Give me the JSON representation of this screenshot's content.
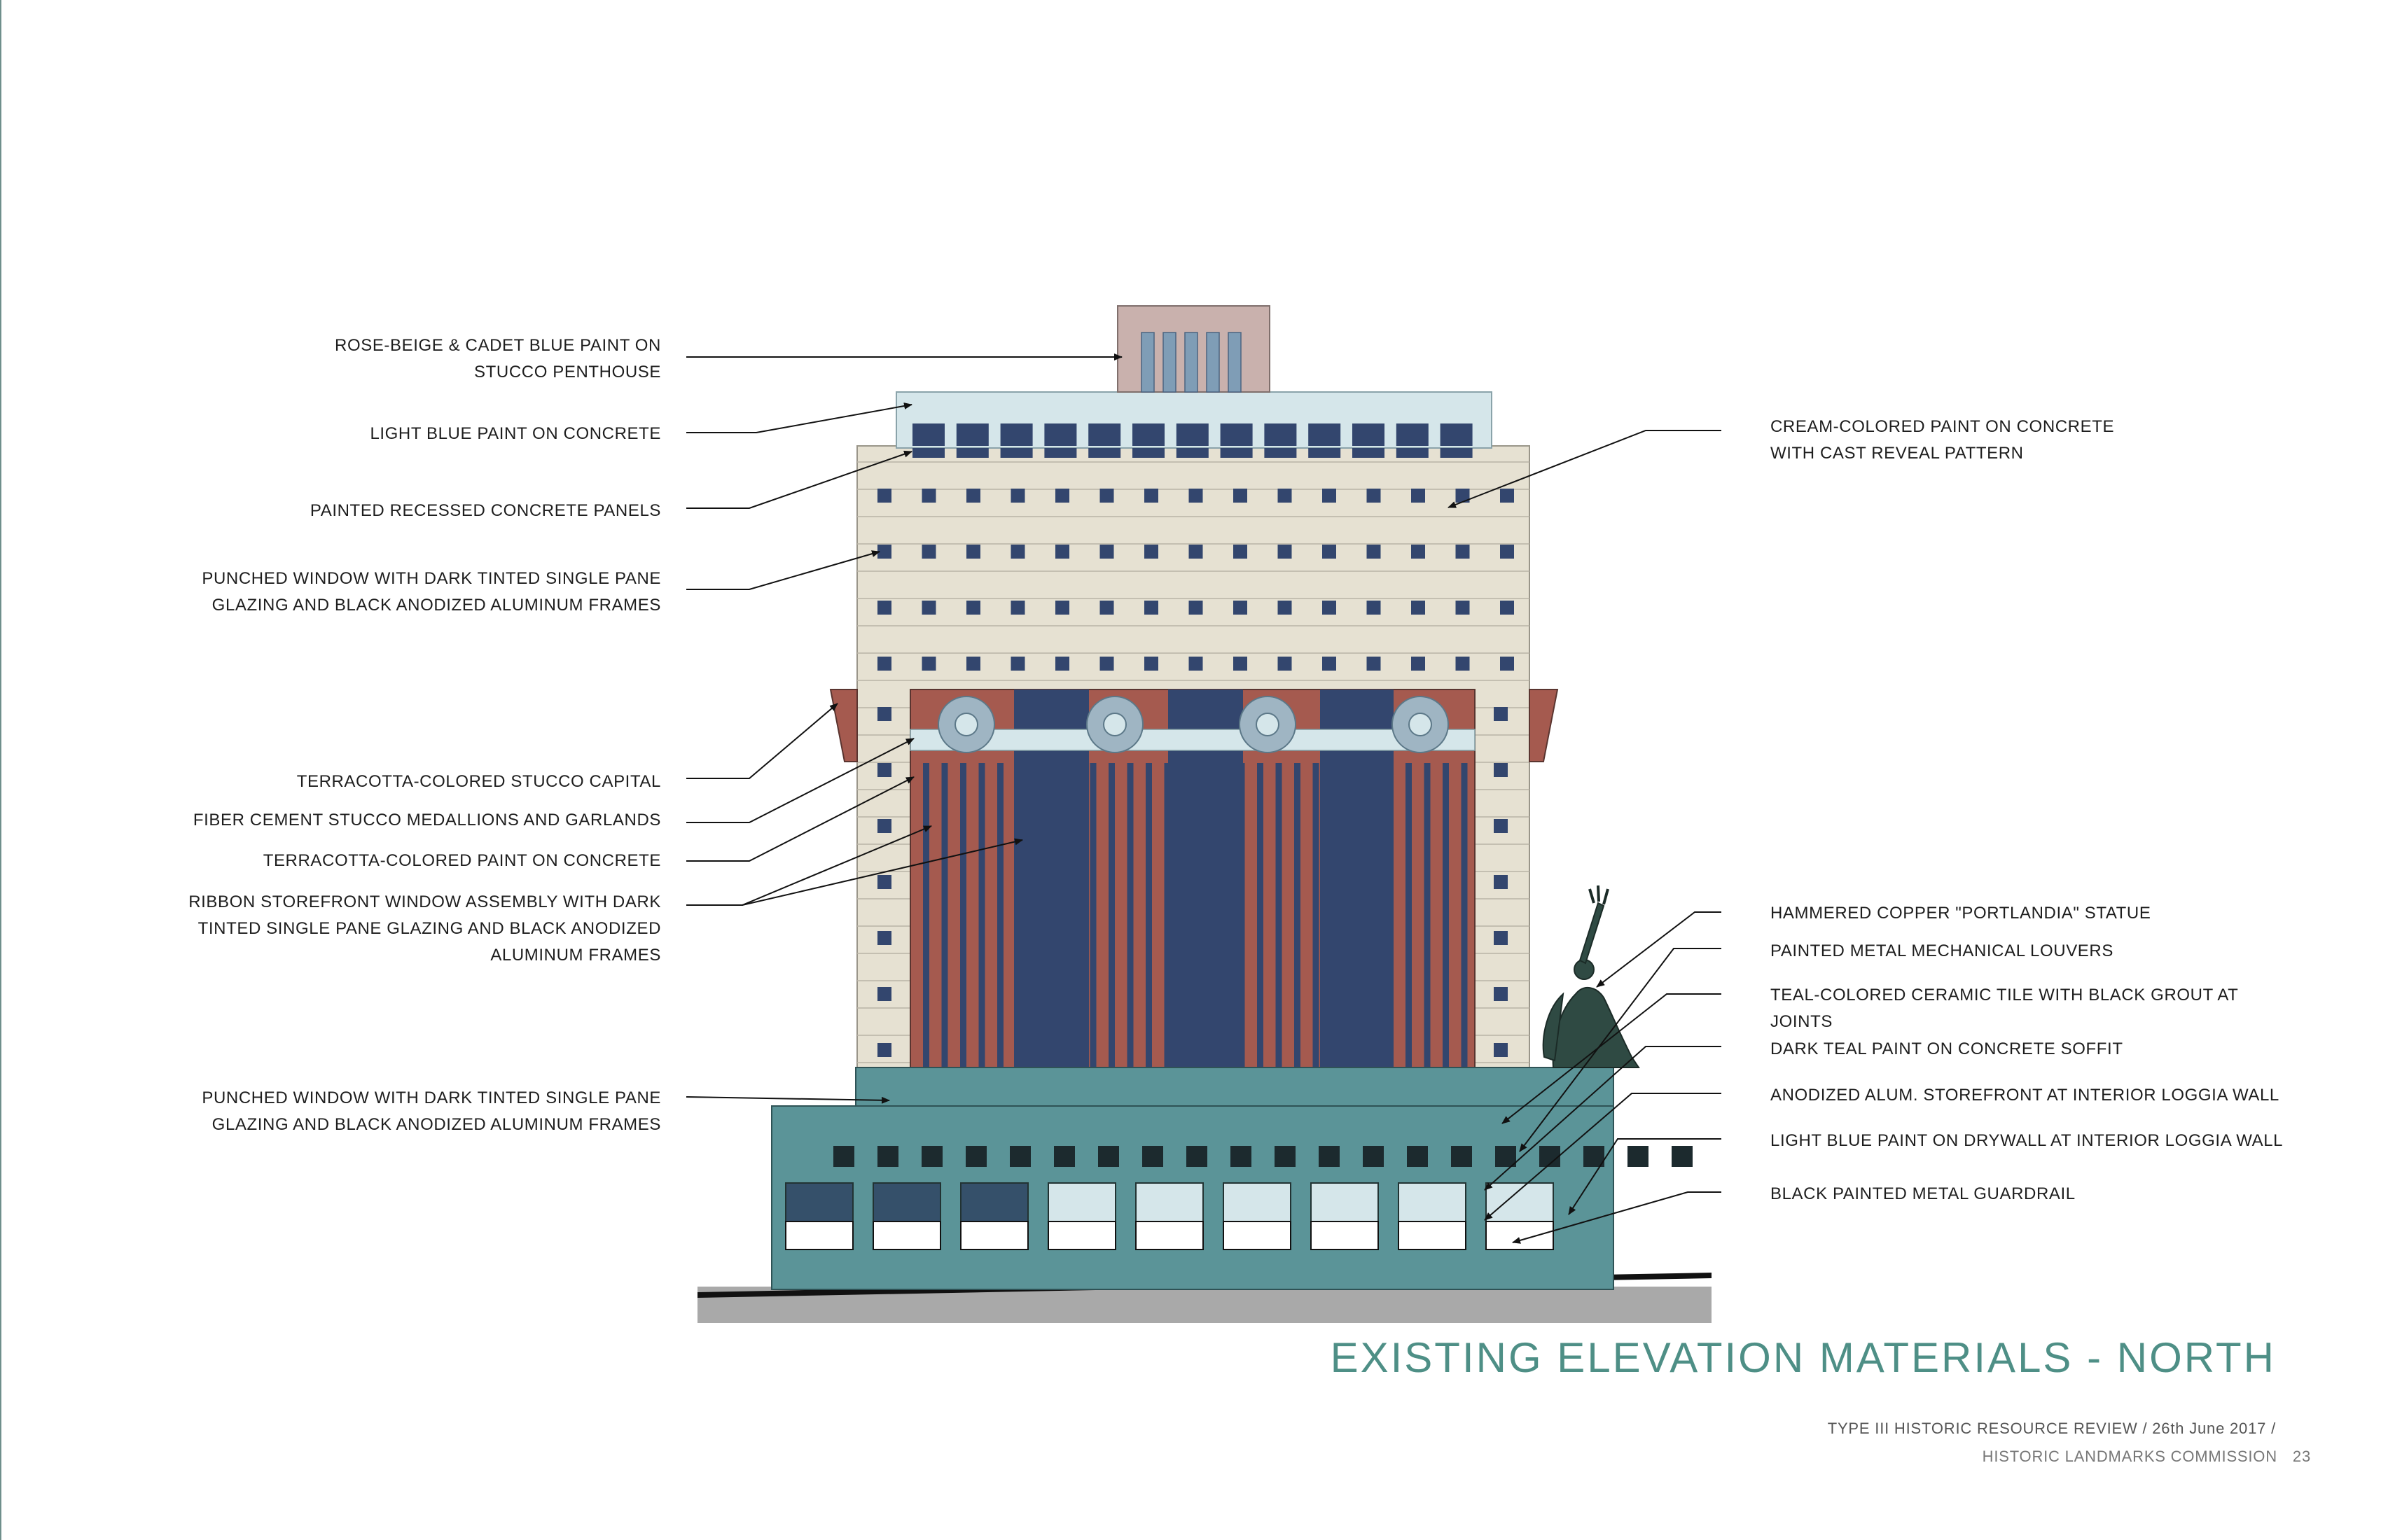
{
  "title": "EXISTING ELEVATION MATERIALS - NORTH",
  "footer": {
    "review": "TYPE III HISTORIC RESOURCE REVIEW / 26th June  2017 /",
    "commission": "HISTORIC LANDMARKS COMMISSION",
    "page": "23"
  },
  "labels_left": [
    "ROSE-BEIGE & CADET BLUE PAINT ON\nSTUCCO PENTHOUSE",
    "LIGHT BLUE PAINT ON CONCRETE",
    "PAINTED RECESSED CONCRETE PANELS",
    "PUNCHED WINDOW WITH DARK TINTED SINGLE PANE\nGLAZING AND BLACK ANODIZED ALUMINUM FRAMES",
    "TERRACOTTA-COLORED STUCCO CAPITAL",
    "FIBER CEMENT STUCCO MEDALLIONS AND GARLANDS",
    "TERRACOTTA-COLORED PAINT ON CONCRETE",
    "RIBBON STOREFRONT WINDOW ASSEMBLY WITH DARK\nTINTED SINGLE PANE GLAZING AND BLACK ANODIZED\nALUMINUM FRAMES",
    "PUNCHED WINDOW WITH DARK TINTED SINGLE PANE\nGLAZING AND BLACK ANODIZED ALUMINUM FRAMES"
  ],
  "labels_right": [
    "CREAM-COLORED PAINT ON CONCRETE\nWITH CAST REVEAL PATTERN",
    "HAMMERED COPPER \"PORTLANDIA\" STATUE",
    "PAINTED METAL MECHANICAL LOUVERS",
    "TEAL-COLORED CERAMIC TILE  WITH BLACK GROUT AT\nJOINTS",
    "DARK TEAL PAINT ON CONCRETE SOFFIT",
    "ANODIZED ALUM. STOREFRONT AT INTERIOR LOGGIA WALL",
    "LIGHT BLUE PAINT ON DRYWALL AT INTERIOR LOGGIA WALL",
    "BLACK PAINTED METAL GUARDRAIL"
  ],
  "colors": {
    "cream": "#e6e1d2",
    "terracotta": "#a55a4f",
    "glass": "#33466e",
    "teal": "#5b9498",
    "light_blue": "#d5e6ea",
    "penthouse": "#c9b1ad",
    "title_teal": "#4e8f86",
    "ground": "#a9a9a9"
  }
}
